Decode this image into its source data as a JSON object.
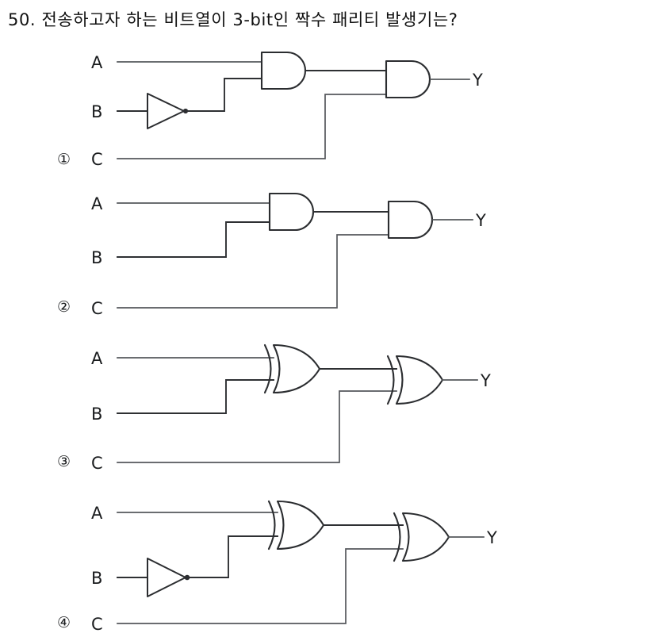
{
  "page": {
    "background_color": "#ffffff",
    "ink_color": "#2b2d30",
    "wire_color": "#55585c"
  },
  "question": {
    "number": "50.",
    "text": "50. 전송하고자 하는 비트열이 3-bit인 짝수 패리티 발생기는?"
  },
  "signal_labels": {
    "a": "A",
    "b": "B",
    "c": "C",
    "y": "Y"
  },
  "options": [
    {
      "marker": "①",
      "inputs": [
        "A",
        "B",
        "C"
      ],
      "output": "Y",
      "inverter_on": "B",
      "gate1_type": "AND",
      "gate2_type": "AND",
      "label_a": "A",
      "label_b": "B",
      "label_c": "C",
      "label_y": "Y"
    },
    {
      "marker": "②",
      "inputs": [
        "A",
        "B",
        "C"
      ],
      "output": "Y",
      "inverter_on": null,
      "gate1_type": "AND",
      "gate2_type": "AND",
      "label_a": "A",
      "label_b": "B",
      "label_c": "C",
      "label_y": "Y"
    },
    {
      "marker": "③",
      "inputs": [
        "A",
        "B",
        "C"
      ],
      "output": "Y",
      "inverter_on": null,
      "gate1_type": "XOR",
      "gate2_type": "XOR",
      "label_a": "A",
      "label_b": "B",
      "label_c": "C",
      "label_y": "Y"
    },
    {
      "marker": "④",
      "inputs": [
        "A",
        "B",
        "C"
      ],
      "output": "Y",
      "inverter_on": "B",
      "gate1_type": "XOR",
      "gate2_type": "XOR",
      "label_a": "A",
      "label_b": "B",
      "label_c": "C",
      "label_y": "Y"
    }
  ]
}
